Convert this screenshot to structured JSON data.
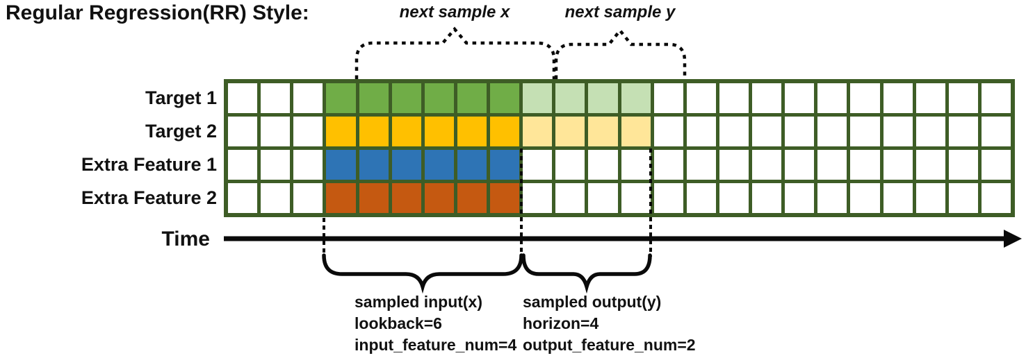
{
  "title": "Regular Regression(RR) Style:",
  "colors": {
    "grid_border": "#3E5D26",
    "empty_cell": "#FFFFFF",
    "ink": "#0A0A0A"
  },
  "grid": {
    "columns": 24,
    "lead_empty": 3,
    "lookback": 6,
    "horizon": 4,
    "rows": [
      {
        "label": "Target 1",
        "input_color": "#70AD47",
        "output_color": "#C5E0B4",
        "has_output": true
      },
      {
        "label": "Target 2",
        "input_color": "#FFC000",
        "output_color": "#FFE699",
        "has_output": true
      },
      {
        "label": "Extra Feature 1",
        "input_color": "#2E74B5",
        "output_color": "#FFFFFF",
        "has_output": false
      },
      {
        "label": "Extra Feature 2",
        "input_color": "#C55911",
        "output_color": "#FFFFFF",
        "has_output": false
      }
    ]
  },
  "annotations": {
    "next_sample_x": "next sample x",
    "next_sample_y": "next sample y",
    "time_label": "Time",
    "input_block": [
      "sampled input(x)",
      "lookback=6",
      "input_feature_num=4"
    ],
    "output_block": [
      "sampled output(y)",
      "horizon=4",
      "output_feature_num=2"
    ]
  }
}
